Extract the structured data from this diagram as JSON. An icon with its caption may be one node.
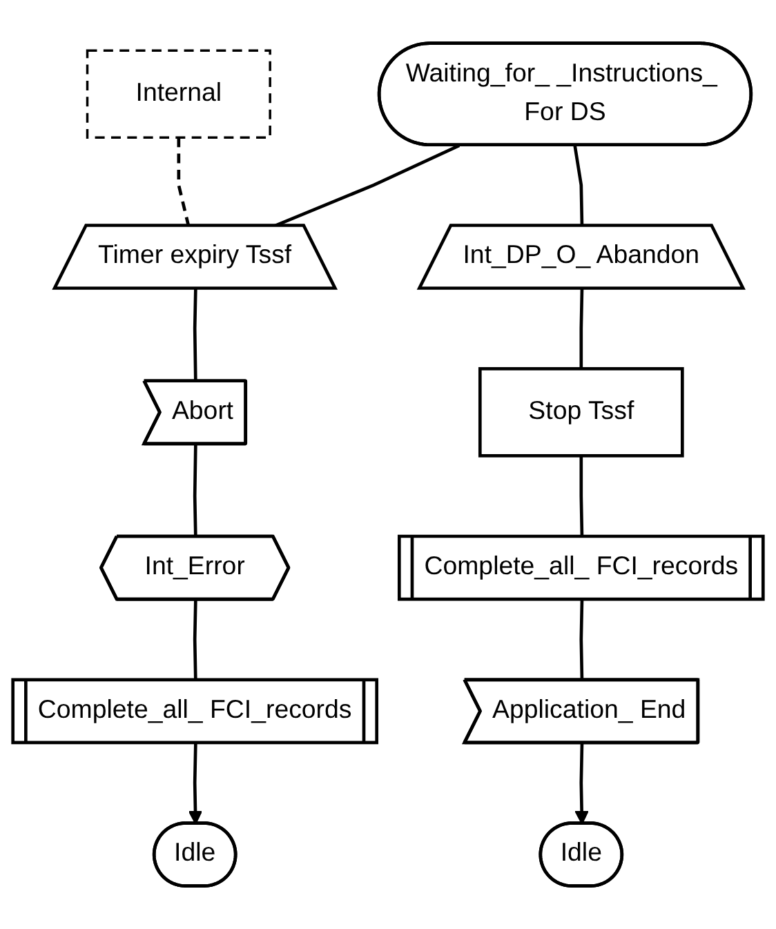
{
  "diagram": {
    "nodes": [
      {
        "text": [
          "Waiting_for_ _Instructions_ For DS"
        ]
      },
      {
        "text": [
          "Internal"
        ]
      },
      {
        "text": [
          "Timer expiry Tssf"
        ]
      },
      {
        "text": [
          "Int_DP_O_ Abandon"
        ]
      },
      {
        "text": [
          "Abort"
        ]
      },
      {
        "text": [
          "Stop Tssf"
        ]
      },
      {
        "text": [
          "Int_Error"
        ]
      },
      {
        "text": [
          "Complete_all_ FCI_records"
        ]
      },
      {
        "text": [
          "Complete_all_ FCI_records"
        ]
      },
      {
        "text": [
          "Application_ End"
        ]
      },
      {
        "text": [
          "Idle"
        ]
      },
      {
        "text": [
          "Idle"
        ]
      }
    ],
    "edges": [
      {
        "from": 0,
        "to": 2,
        "arrow": "none"
      },
      {
        "from": 0,
        "to": 3,
        "arrow": "none"
      },
      {
        "from": 1,
        "to": 2,
        "arrow": "none",
        "style": "dashed"
      },
      {
        "from": 2,
        "to": 4,
        "arrow": "none"
      },
      {
        "from": 4,
        "to": 6,
        "arrow": "none"
      },
      {
        "from": 6,
        "to": 8,
        "arrow": "none"
      },
      {
        "from": 8,
        "to": 10,
        "arrow": "to"
      },
      {
        "from": 3,
        "to": 5,
        "arrow": "none"
      },
      {
        "from": 5,
        "to": 7,
        "arrow": "none"
      },
      {
        "from": 7,
        "to": 9,
        "arrow": "none"
      },
      {
        "from": 9,
        "to": 11,
        "arrow": "to"
      }
    ]
  }
}
